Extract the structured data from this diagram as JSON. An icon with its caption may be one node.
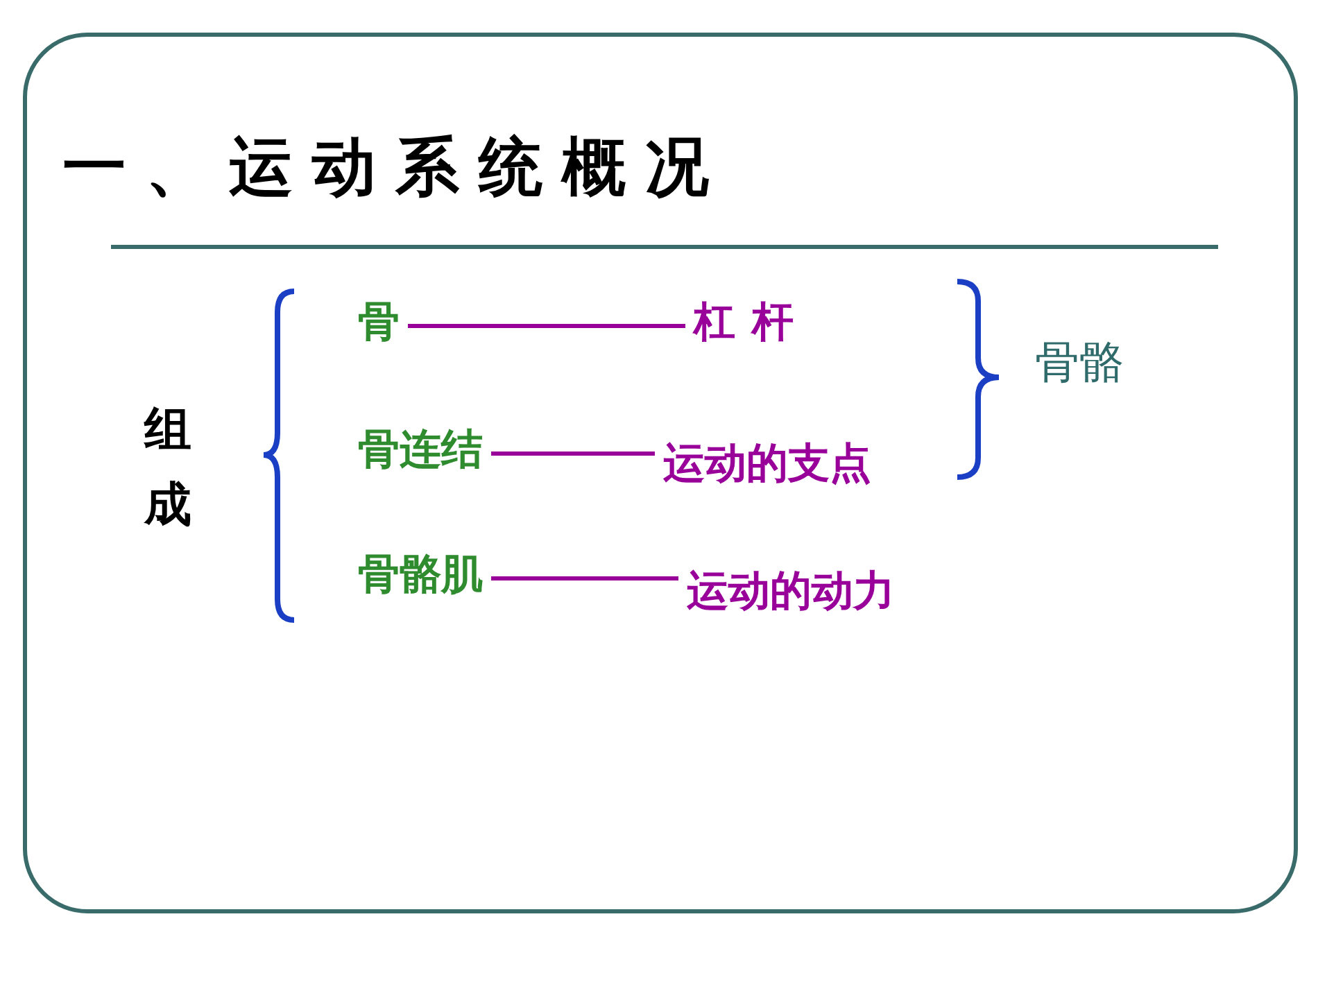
{
  "diagram": {
    "title": "一、运动系统概况",
    "nodes": [
      {
        "text": [
          "组成"
        ]
      },
      {
        "text": [
          "骨"
        ]
      },
      {
        "text": [
          "杠杆"
        ]
      },
      {
        "text": [
          "骨连结"
        ]
      },
      {
        "text": [
          "运动的支点"
        ]
      },
      {
        "text": [
          "骨骼肌"
        ]
      },
      {
        "text": [
          "运动的动力"
        ]
      },
      {
        "text": [
          "骨骼"
        ]
      }
    ],
    "edges": [
      {
        "from": 1,
        "to": 2,
        "arrow": "none"
      },
      {
        "from": 3,
        "to": 4,
        "arrow": "none"
      },
      {
        "from": 5,
        "to": 6,
        "arrow": "none"
      }
    ]
  }
}
